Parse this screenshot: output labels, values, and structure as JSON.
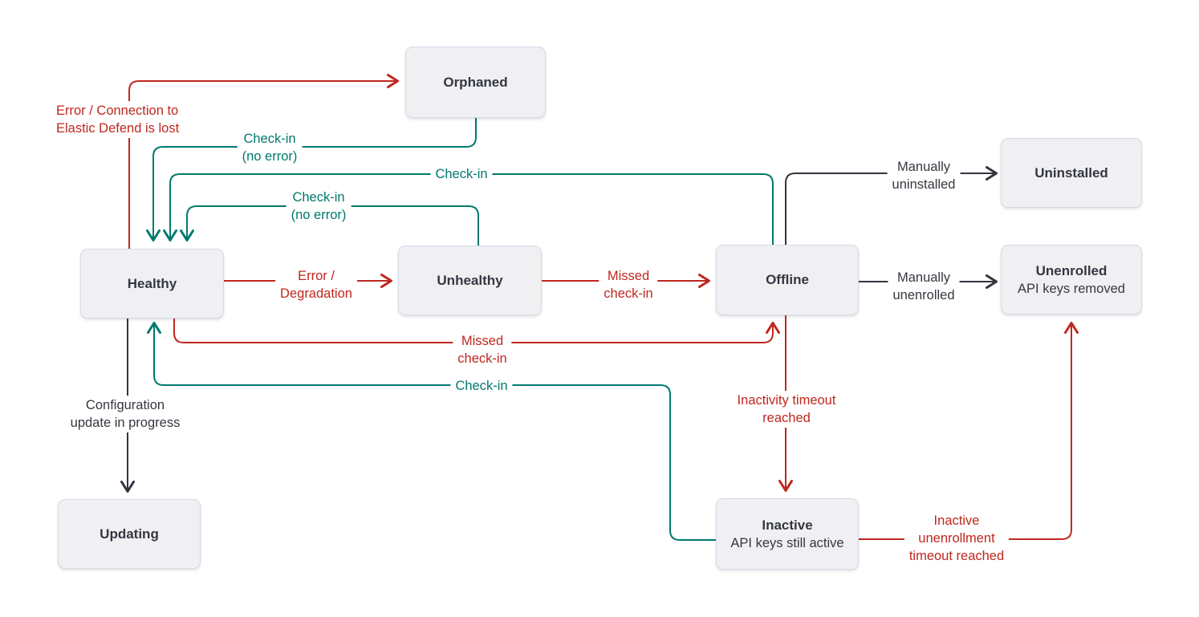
{
  "diagram": {
    "title": "Elastic Agent status state diagram",
    "colors": {
      "red": "#bf271e",
      "teal": "#00796d",
      "ink": "#32353f",
      "node_fill": "#f0f0f3",
      "node_border": "#d3dae6",
      "text": "#343741",
      "bg": "#ffffff"
    },
    "nodes": {
      "orphaned": {
        "label": "Orphaned"
      },
      "healthy": {
        "label": "Healthy"
      },
      "unhealthy": {
        "label": "Unhealthy"
      },
      "offline": {
        "label": "Offline"
      },
      "uninstalled": {
        "label": "Uninstalled"
      },
      "unenrolled": {
        "label": "Unenrolled",
        "sublabel": "API keys removed"
      },
      "updating": {
        "label": "Updating"
      },
      "inactive": {
        "label": "Inactive",
        "sublabel": "API keys still active"
      }
    },
    "edge_labels": {
      "healthy_to_orphaned": "Error / Connection to\nElastic Defend is lost",
      "orphaned_to_healthy": "Check-in\n(no error)",
      "offline_to_healthy": "Check-in",
      "unhealthy_to_healthy": "Check-in\n(no error)",
      "healthy_to_unhealthy": "Error /\nDegradation",
      "unhealthy_to_offline": "Missed\ncheck-in",
      "healthy_to_offline": "Missed\ncheck-in",
      "inactive_to_healthy": "Check-in",
      "healthy_to_updating": "Configuration\nupdate in progress",
      "offline_to_uninstalled": "Manually\nuninstalled",
      "offline_to_unenrolled": "Manually\nunenrolled",
      "offline_to_inactive": "Inactivity timeout\nreached",
      "inactive_to_unenrolled": "Inactive\nunenrollment\ntimeout reached"
    }
  }
}
